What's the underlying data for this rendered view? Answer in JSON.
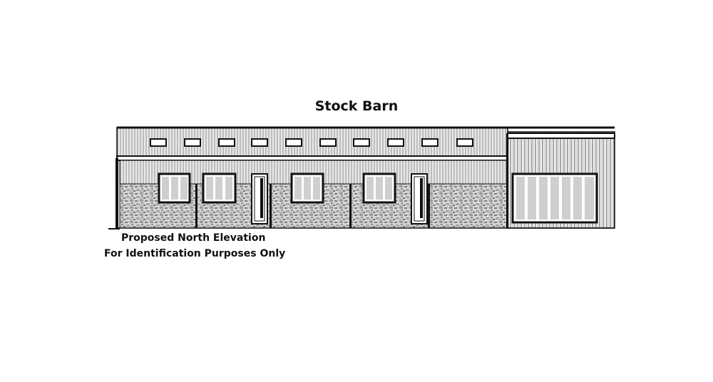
{
  "drawing": {
    "title": "Stock Barn",
    "caption_line1": "Proposed North Elevation",
    "caption_line2": "For Identification Purposes Only"
  },
  "colors": {
    "line": "#111111",
    "cladding": "#c8c8c8",
    "stone": "#bdbdbd",
    "glass": "#d2d2d2",
    "background": "#ffffff"
  }
}
